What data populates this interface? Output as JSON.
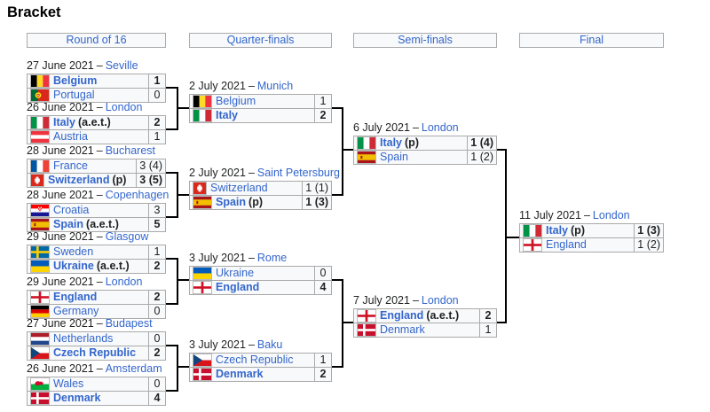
{
  "title": "Bracket",
  "date_separator": "–",
  "colors": {
    "link": "#3366cc",
    "box_bg": "#f8f9fa",
    "box_border": "#aaaaaa",
    "connector": "#000000"
  },
  "rounds": [
    {
      "label": "Round of 16"
    },
    {
      "label": "Quarter-finals"
    },
    {
      "label": "Semi-finals"
    },
    {
      "label": "Final"
    }
  ],
  "bracket": [
    [
      {
        "date": "27 June 2021",
        "city": "Seville",
        "teams": [
          {
            "name": "Belgium",
            "suffix": "",
            "flag": "belgium-flag-icon",
            "score": "1",
            "winner": true
          },
          {
            "name": "Portugal",
            "suffix": "",
            "flag": "portugal-flag-icon",
            "score": "0",
            "winner": false
          }
        ]
      },
      {
        "date": "26 June 2021",
        "city": "London",
        "teams": [
          {
            "name": "Italy",
            "suffix": "(a.e.t.)",
            "flag": "italy-flag-icon",
            "score": "2",
            "winner": true
          },
          {
            "name": "Austria",
            "suffix": "",
            "flag": "austria-flag-icon",
            "score": "1",
            "winner": false
          }
        ]
      },
      {
        "date": "28 June 2021",
        "city": "Bucharest",
        "teams": [
          {
            "name": "France",
            "suffix": "",
            "flag": "france-flag-icon",
            "score": "3 (4)",
            "winner": false
          },
          {
            "name": "Switzerland",
            "suffix": "(p)",
            "flag": "switzerland-flag-icon",
            "score": "3 (5)",
            "winner": true
          }
        ]
      },
      {
        "date": "28 June 2021",
        "city": "Copenhagen",
        "teams": [
          {
            "name": "Croatia",
            "suffix": "",
            "flag": "croatia-flag-icon",
            "score": "3",
            "winner": false
          },
          {
            "name": "Spain",
            "suffix": "(a.e.t.)",
            "flag": "spain-flag-icon",
            "score": "5",
            "winner": true
          }
        ]
      },
      {
        "date": "29 June 2021",
        "city": "Glasgow",
        "teams": [
          {
            "name": "Sweden",
            "suffix": "",
            "flag": "sweden-flag-icon",
            "score": "1",
            "winner": false
          },
          {
            "name": "Ukraine",
            "suffix": "(a.e.t.)",
            "flag": "ukraine-flag-icon",
            "score": "2",
            "winner": true
          }
        ]
      },
      {
        "date": "29 June 2021",
        "city": "London",
        "teams": [
          {
            "name": "England",
            "suffix": "",
            "flag": "england-flag-icon",
            "score": "2",
            "winner": true
          },
          {
            "name": "Germany",
            "suffix": "",
            "flag": "germany-flag-icon",
            "score": "0",
            "winner": false
          }
        ]
      },
      {
        "date": "27 June 2021",
        "city": "Budapest",
        "teams": [
          {
            "name": "Netherlands",
            "suffix": "",
            "flag": "netherlands-flag-icon",
            "score": "0",
            "winner": false
          },
          {
            "name": "Czech Republic",
            "suffix": "",
            "flag": "czech-republic-flag-icon",
            "score": "2",
            "winner": true
          }
        ]
      },
      {
        "date": "26 June 2021",
        "city": "Amsterdam",
        "teams": [
          {
            "name": "Wales",
            "suffix": "",
            "flag": "wales-flag-icon",
            "score": "0",
            "winner": false
          },
          {
            "name": "Denmark",
            "suffix": "",
            "flag": "denmark-flag-icon",
            "score": "4",
            "winner": true
          }
        ]
      }
    ],
    [
      {
        "date": "2 July 2021",
        "city": "Munich",
        "teams": [
          {
            "name": "Belgium",
            "suffix": "",
            "flag": "belgium-flag-icon",
            "score": "1",
            "winner": false
          },
          {
            "name": "Italy",
            "suffix": "",
            "flag": "italy-flag-icon",
            "score": "2",
            "winner": true
          }
        ]
      },
      {
        "date": "2 July 2021",
        "city": "Saint Petersburg",
        "teams": [
          {
            "name": "Switzerland",
            "suffix": "",
            "flag": "switzerland-flag-icon",
            "score": "1 (1)",
            "winner": false
          },
          {
            "name": "Spain",
            "suffix": "(p)",
            "flag": "spain-flag-icon",
            "score": "1 (3)",
            "winner": true
          }
        ]
      },
      {
        "date": "3 July 2021",
        "city": "Rome",
        "teams": [
          {
            "name": "Ukraine",
            "suffix": "",
            "flag": "ukraine-flag-icon",
            "score": "0",
            "winner": false
          },
          {
            "name": "England",
            "suffix": "",
            "flag": "england-flag-icon",
            "score": "4",
            "winner": true
          }
        ]
      },
      {
        "date": "3 July 2021",
        "city": "Baku",
        "teams": [
          {
            "name": "Czech Republic",
            "suffix": "",
            "flag": "czech-republic-flag-icon",
            "score": "1",
            "winner": false
          },
          {
            "name": "Denmark",
            "suffix": "",
            "flag": "denmark-flag-icon",
            "score": "2",
            "winner": true
          }
        ]
      }
    ],
    [
      {
        "date": "6 July 2021",
        "city": "London",
        "teams": [
          {
            "name": "Italy",
            "suffix": "(p)",
            "flag": "italy-flag-icon",
            "score": "1 (4)",
            "winner": true
          },
          {
            "name": "Spain",
            "suffix": "",
            "flag": "spain-flag-icon",
            "score": "1 (2)",
            "winner": false
          }
        ]
      },
      {
        "date": "7 July 2021",
        "city": "London",
        "teams": [
          {
            "name": "England",
            "suffix": "(a.e.t.)",
            "flag": "england-flag-icon",
            "score": "2",
            "winner": true
          },
          {
            "name": "Denmark",
            "suffix": "",
            "flag": "denmark-flag-icon",
            "score": "1",
            "winner": false
          }
        ]
      }
    ],
    [
      {
        "date": "11 July 2021",
        "city": "London",
        "teams": [
          {
            "name": "Italy",
            "suffix": "(p)",
            "flag": "italy-flag-icon",
            "score": "1 (3)",
            "winner": true
          },
          {
            "name": "England",
            "suffix": "",
            "flag": "england-flag-icon",
            "score": "1 (2)",
            "winner": false
          }
        ]
      }
    ]
  ]
}
